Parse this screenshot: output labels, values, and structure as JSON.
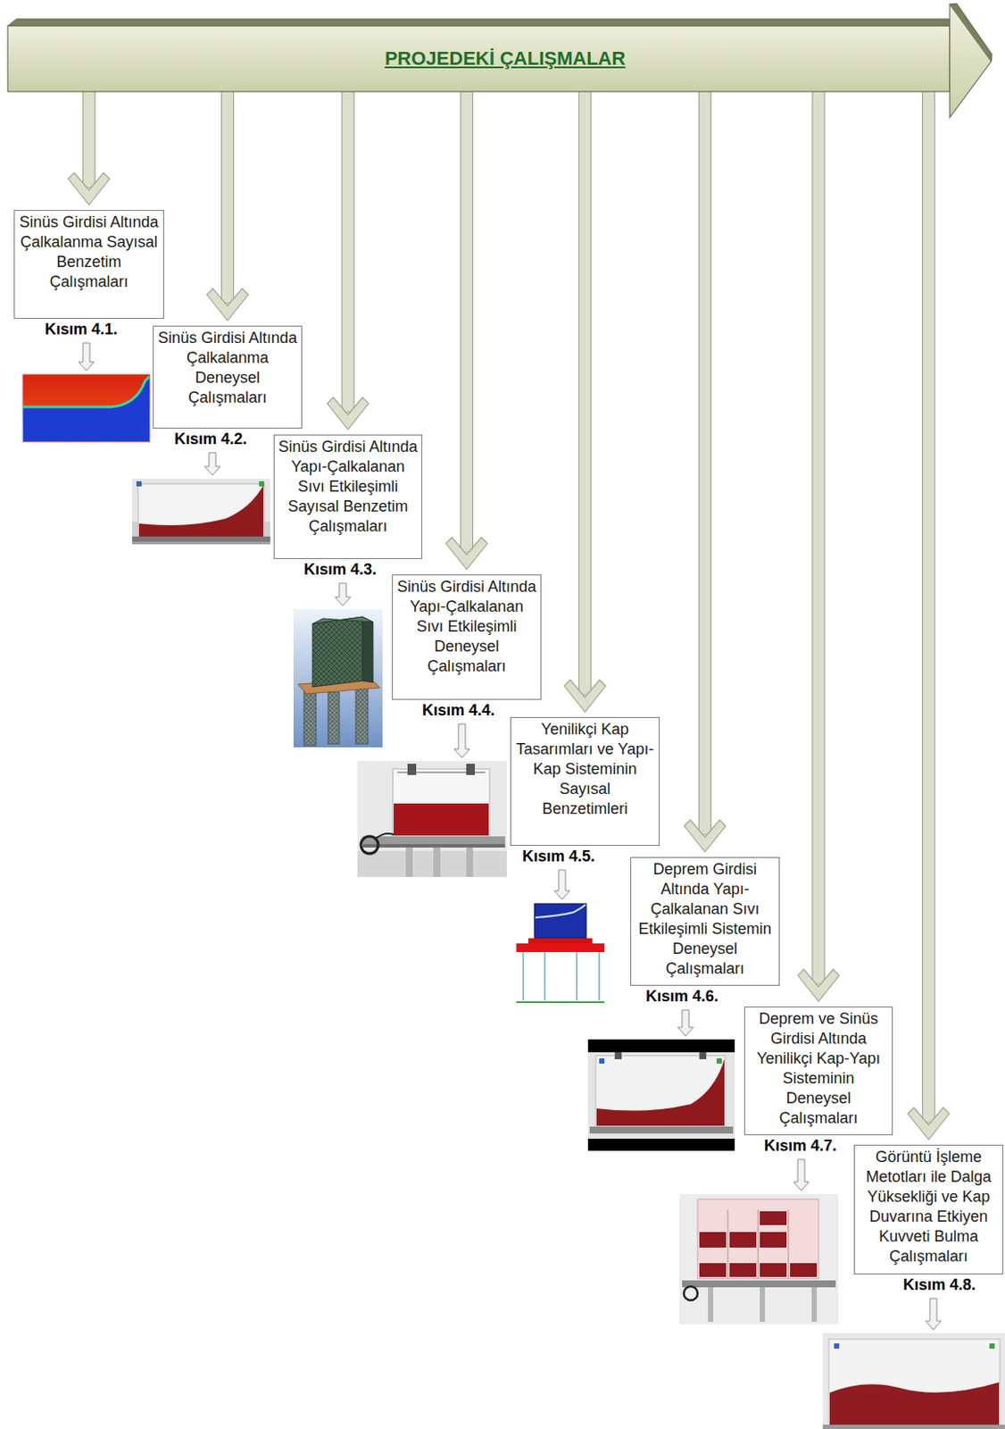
{
  "diagram": {
    "nodes": [
      {
        "text": [
          "PROJEDEKİ ÇALIŞMALAR"
        ]
      },
      {
        "text": [
          "Sinüs Girdisi Altında Çalkalanma Sayısal Benzetim Çalışmaları",
          "Kısım 4.1."
        ]
      },
      {
        "text": [
          "Sinüs Girdisi Altında Çalkalanma Deneysel Çalışmaları",
          "Kısım 4.2."
        ]
      },
      {
        "text": [
          "Sinüs Girdisi Altında Yapı-Çalkalanan Sıvı Etkileşimli Sayısal Benzetim Çalışmaları",
          "Kısım 4.3."
        ]
      },
      {
        "text": [
          "Sinüs Girdisi Altında Yapı-Çalkalanan Sıvı Etkileşimli Deneysel Çalışmaları",
          "Kısım 4.4."
        ]
      },
      {
        "text": [
          "Yenilikçi Kap Tasarımları ve Yapı-Kap Sisteminin Sayısal Benzetimleri",
          "Kısım 4.5."
        ]
      },
      {
        "text": [
          "Deprem Girdisi Altında Yapı-Çalkalanan Sıvı Etkileşimli Sistemin Deneysel Çalışmaları",
          "Kısım 4.6."
        ]
      },
      {
        "text": [
          "Deprem ve Sinüs Girdisi Altında Yenilikçi Kap-Yapı Sisteminin Deneysel Çalışmaları",
          "Kısım 4.7."
        ]
      },
      {
        "text": [
          "Görüntü İşleme Metotları ile Dalga Yüksekliği ve Kap Duvarına Etkiyen Kuvveti Bulma Çalışmaları",
          "Kısım 4.8."
        ]
      }
    ],
    "edges": [
      {
        "from": 0,
        "to": 1,
        "arrow": "to"
      },
      {
        "from": 0,
        "to": 2,
        "arrow": "to"
      },
      {
        "from": 0,
        "to": 3,
        "arrow": "to"
      },
      {
        "from": 0,
        "to": 4,
        "arrow": "to"
      },
      {
        "from": 0,
        "to": 5,
        "arrow": "to"
      },
      {
        "from": 0,
        "to": 6,
        "arrow": "to"
      },
      {
        "from": 0,
        "to": 7,
        "arrow": "to"
      },
      {
        "from": 0,
        "to": 8,
        "arrow": "to"
      }
    ]
  }
}
